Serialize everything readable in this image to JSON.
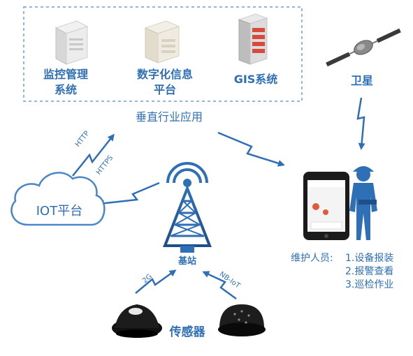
{
  "top_group": {
    "monitoring": "监控管理\n系统",
    "digital": "数字化信息\n平台",
    "gis": "GIS系统"
  },
  "satellite": "卫星",
  "vertical_apps": "垂直行业应用",
  "iot_platform": "IOT平台",
  "base_station": "基站",
  "sensors": "传感器",
  "protocols": {
    "http": "HTTP",
    "https": "HTTPS",
    "g2": "2G",
    "nbiot": "NB-IoT"
  },
  "maintenance": {
    "label": "维护人员:",
    "items": [
      "1.设备报装",
      "2.报警查看",
      "3.巡检作业"
    ]
  },
  "colors": {
    "accent": "#2f6fb5",
    "dashed_border": "#6f9fd1"
  }
}
